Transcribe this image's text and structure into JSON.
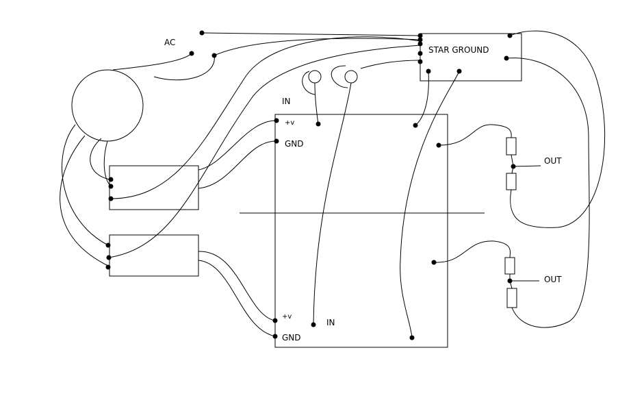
{
  "diagram": {
    "labels": {
      "ac": "AC",
      "star_ground": "STAR GROUND",
      "in_top": "IN",
      "vplus_top": "+v",
      "gnd_top": "GND",
      "vplus_bottom": "+v",
      "gnd_bottom": "GND",
      "in_bottom": "IN",
      "out_top": "OUT",
      "out_bottom": "OUT"
    },
    "colors": {
      "line": "#000000",
      "background": "#ffffff"
    }
  }
}
